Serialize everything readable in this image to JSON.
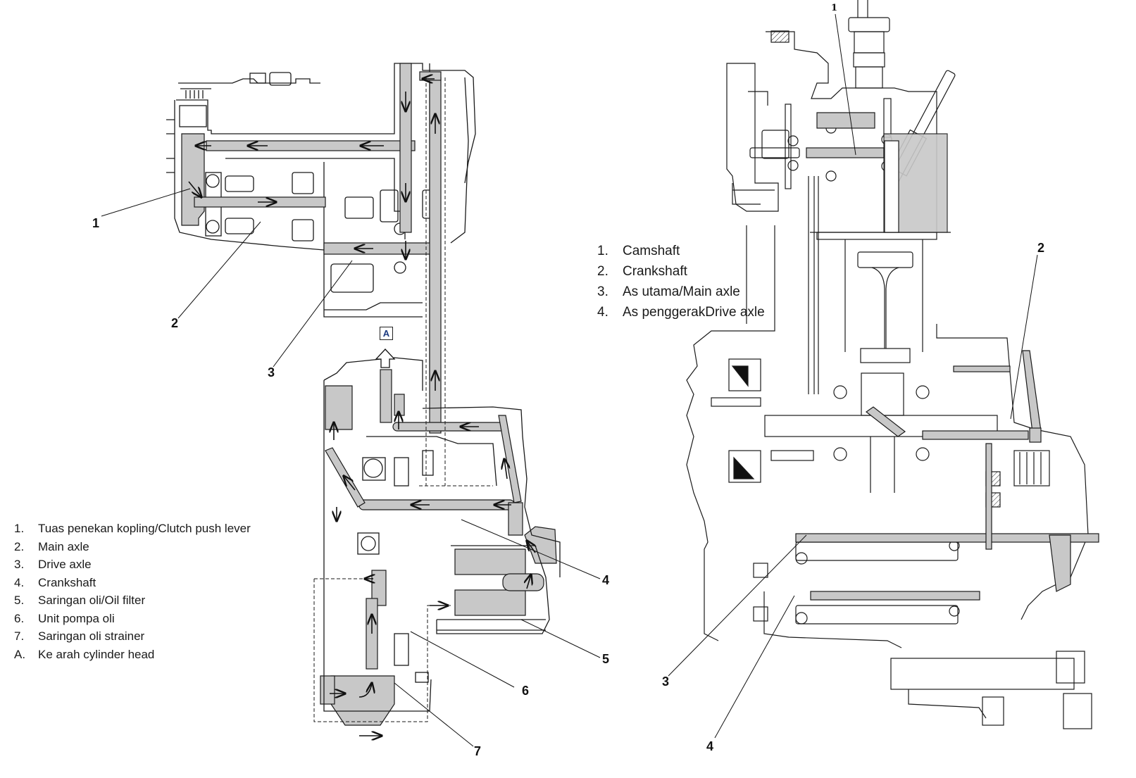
{
  "left_diagram": {
    "legend": [
      {
        "num": "1.",
        "label": "Tuas penekan kopling/Clutch push lever"
      },
      {
        "num": "2.",
        "label": "Main axle"
      },
      {
        "num": "3.",
        "label": "Drive axle"
      },
      {
        "num": "4.",
        "label": "Crankshaft"
      },
      {
        "num": "5.",
        "label": "Saringan oli/Oil filter"
      },
      {
        "num": "6.",
        "label": "Unit pompa oli"
      },
      {
        "num": "7.",
        "label": "Saringan oli strainer"
      },
      {
        "num": "A.",
        "label": "Ke arah cylinder head"
      }
    ],
    "callouts": [
      "1",
      "2",
      "3",
      "4",
      "5",
      "6",
      "7"
    ],
    "reference_marker": "A"
  },
  "right_diagram": {
    "legend": [
      {
        "num": "1.",
        "label": "Camshaft"
      },
      {
        "num": "2.",
        "label": "Crankshaft"
      },
      {
        "num": "3.",
        "label": "As utama/Main axle"
      },
      {
        "num": "4.",
        "label": "As penggerakDrive axle"
      }
    ],
    "callouts": [
      "1",
      "2",
      "3",
      "4"
    ]
  },
  "colors": {
    "line": "#1a1a1a",
    "oil_passage": "#c8c8c8",
    "background": "#ffffff"
  }
}
